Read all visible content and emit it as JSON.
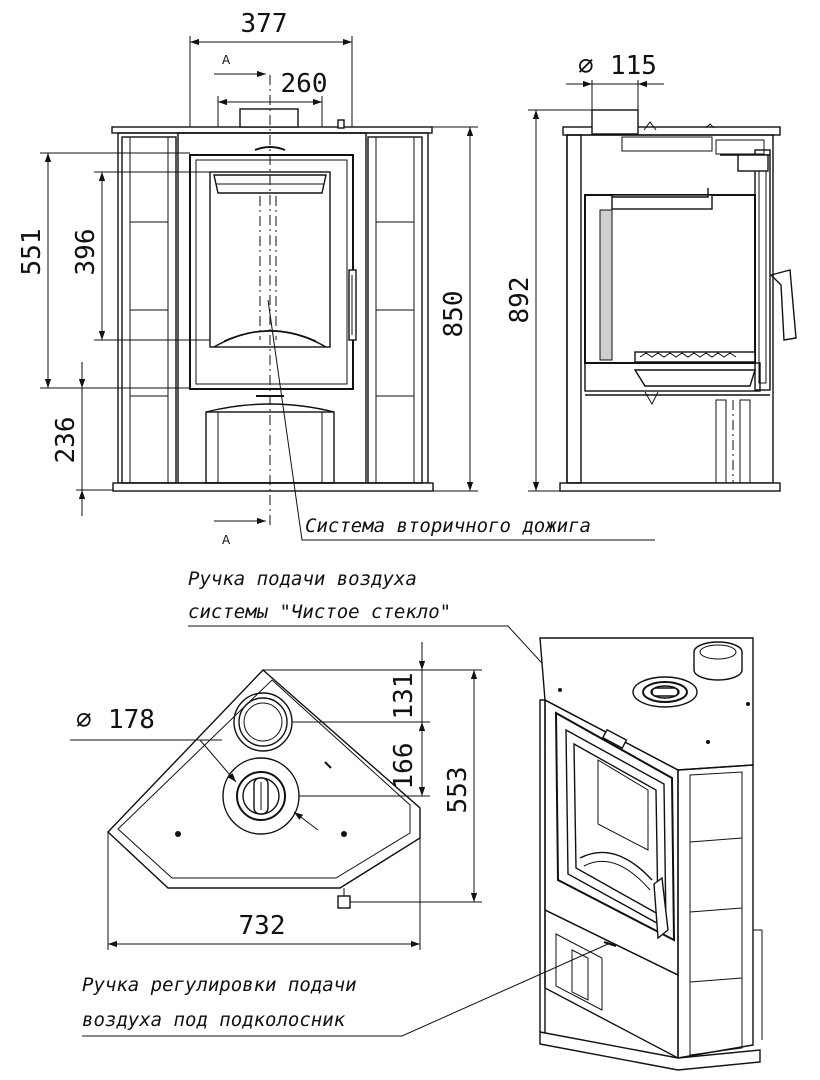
{
  "front_view": {
    "width_total": "377",
    "width_inner": "260",
    "height_551": "551",
    "height_396": "396",
    "height_236": "236",
    "height_850": "850",
    "section_mark_top": "A",
    "section_mark_bottom": "A"
  },
  "side_view": {
    "pipe_diameter": "115",
    "height_892": "892"
  },
  "top_view": {
    "outlet_diameter": "178",
    "dim_131": "131",
    "dim_166": "166",
    "dim_553": "553",
    "dim_732": "732"
  },
  "captions": {
    "secondary_burn": "Система вторичного дожига",
    "clean_glass_line1": "Ручка подачи воздуха",
    "clean_glass_line2": "системы \"Чистое стекло\"",
    "grate_air_line1": "Ручка регулировки подачи",
    "grate_air_line2": "воздуха под подколосник"
  },
  "symbols": {
    "diameter": "⌀"
  }
}
